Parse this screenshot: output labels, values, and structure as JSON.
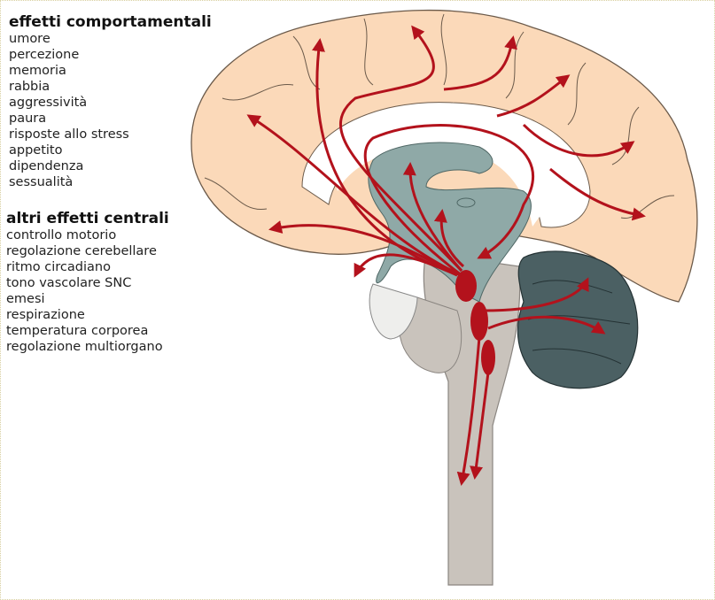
{
  "behavioral": {
    "title": "effetti comportamentali",
    "items": [
      "umore",
      "percezione",
      "memoria",
      "rabbia",
      "aggressività",
      "paura",
      "risposte allo stress",
      "appetito",
      "dipendenza",
      "sessualità"
    ]
  },
  "central": {
    "title": "altri effetti centrali",
    "items": [
      "controllo motorio",
      "regolazione cerebellare",
      "ritmo circadiano",
      "tono vascolare SNC",
      "emesi",
      "respirazione",
      "temperatura corporea",
      "regolazione multiorgano"
    ]
  },
  "colors": {
    "cortex": "#fbd9b9",
    "diencephalon": "#8fa9a7",
    "brainstem": "#c9c3bc",
    "cerebellum": "#4b6063",
    "pathway": "#b3121c"
  }
}
